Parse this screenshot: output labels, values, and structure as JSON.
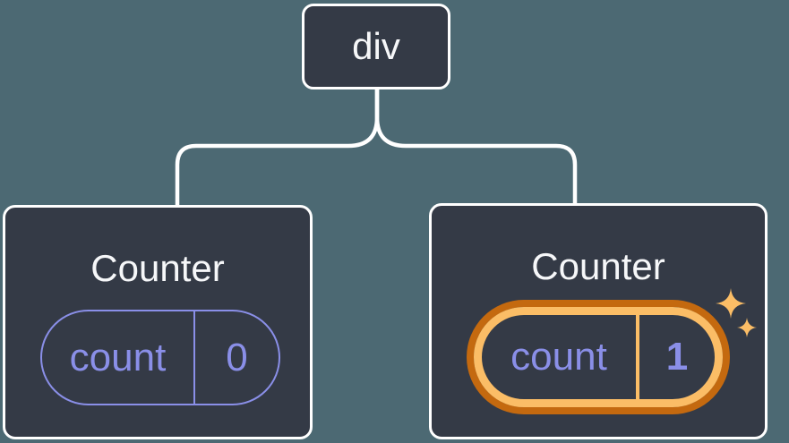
{
  "colors": {
    "background": "#4C6973",
    "node_background": "#343A46",
    "node_border": "#FFFFFF",
    "connector": "#FFFFFF",
    "state_accent": "#8A8FE8",
    "highlight_ring_outer": "#C4690F",
    "highlight_ring_inner": "#FBBD66",
    "sparkle": "#FBBD66",
    "text_primary": "#F6F7F9"
  },
  "tree": {
    "root": {
      "label": "div"
    },
    "children": [
      {
        "title": "Counter",
        "state": {
          "key": "count",
          "value": "0"
        },
        "highlighted": false
      },
      {
        "title": "Counter",
        "state": {
          "key": "count",
          "value": "1"
        },
        "highlighted": true
      }
    ]
  }
}
